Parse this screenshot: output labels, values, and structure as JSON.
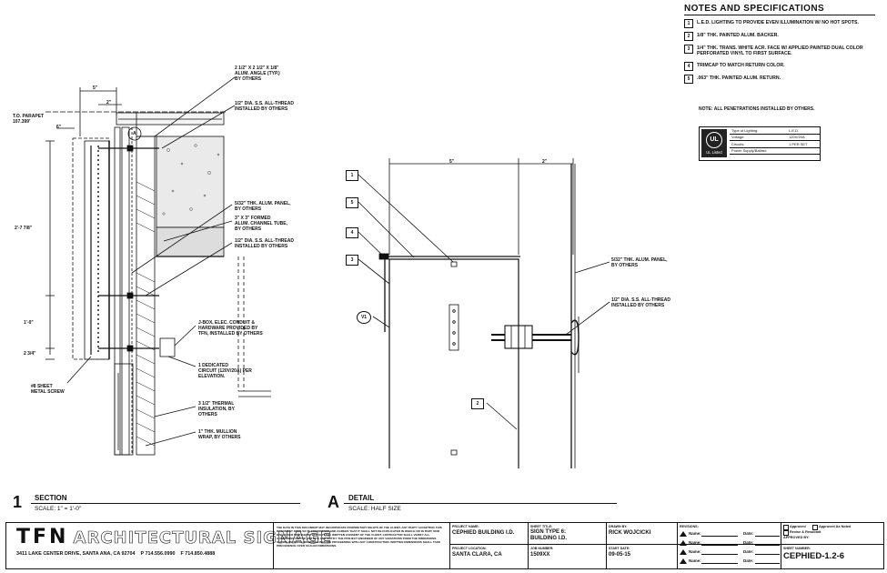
{
  "notes": {
    "title": "NOTES AND SPECIFICATIONS",
    "items": [
      {
        "num": "1",
        "text": "L.E.D. LIGHTING TO PROVIDE EVEN ILLUMINATION W/ NO HOT SPOTS."
      },
      {
        "num": "2",
        "text": "1/8\" THK. PAINTED ALUM. BACKER."
      },
      {
        "num": "3",
        "text": "1/4\" THK. TRANS. WHITE ACR. FACE W/ APPLIED PAINTED DUAL COLOR PERFORATED VINYL TO FIRST SURFACE."
      },
      {
        "num": "4",
        "text": "TRIMCAP TO MATCH RETURN COLOR."
      },
      {
        "num": "5",
        "text": ".063\" THK. PAINTED ALUM. RETURN."
      }
    ],
    "penetrations": "NOTE: ALL PENETRATIONS INSTALLED BY OTHERS."
  },
  "ul_block": {
    "logo_text": "UL Listed",
    "rows": [
      {
        "label": "Type of Lighting:",
        "value": "L.E.D."
      },
      {
        "label": "Voltage:",
        "value": "120V/20A"
      },
      {
        "label": "Circuits:",
        "value": "1 PER SET"
      },
      {
        "label": "Power Supply/Ballast:",
        "value": ""
      }
    ]
  },
  "section": {
    "labels": {
      "angle": "2 1/2\" X 2 1/2\" X 1/8\"\nALUM. ANGLE (TYP.)\nBY OTHERS",
      "allthread_top": "1/2\" DIA. S.S. ALL-THREAD\nINSTALLED BY OTHERS",
      "panel": "5/32\" THK. ALUM. PANEL,\nBY OTHERS",
      "channel": "3\" X 3\" FORMED\nALUM. CHANNEL TUBE,\nBY OTHERS",
      "allthread_mid": "1/2\" DIA. S.S. ALL-THREAD\nINSTALLED BY OTHERS",
      "jbox": "J-BOX, ELEC. CONDUIT &\nHARDWARE PROVIDED BY\nTFN, INSTALLED BY OTHERS",
      "circuit": "1 DEDICATED\nCIRCUIT (120V/20A) PER\nELEVATION.",
      "insulation": "3 1/2\" THERMAL\nINSULATION, BY\nOTHERS",
      "mullion": "1\" THK. MULLION\nWRAP, BY OTHERS",
      "screw": "#8 SHEET\nMETAL SCREW",
      "parapet": "T.O. PARAPET\n107.399'",
      "dim_5": "5\"",
      "dim_2a": "2\"",
      "dim_6": "6\"",
      "dim_height": "2'-7 7/8\"",
      "dim_1": "1'-0\"",
      "dim_234": "2 3/4\"",
      "callout_a": "A"
    },
    "title_num": "1",
    "title": "SECTION",
    "scale": "SCALE: 1\" = 1'-0\""
  },
  "detail": {
    "dim_5": "5\"",
    "dim_2": "2\"",
    "callouts": [
      "1",
      "5",
      "4",
      "3",
      "V1",
      "2"
    ],
    "labels": {
      "panel": "5/32\" THK. ALUM. PANEL,\nBY OTHERS",
      "allthread": "1/2\" DIA. S.S. ALL-THREAD\nINSTALLED BY OTHERS"
    },
    "title_letter": "A",
    "title": "DETAIL",
    "scale": "SCALE: HALF SIZE"
  },
  "title_block": {
    "logo_tfn": "TFN",
    "logo_name": "ARCHITECTURAL SIGNAGE",
    "address": "3411 LAKE CENTER DRIVE, SANTA ANA, CA 92704    P 714.556.0990    F 714.850.4888",
    "disclaimer": "THE DATA IN THIS DOCUMENT MAY INCORPORATE PROPRIETARY RIGHTS OF THE CLIENT. ANY PARTY ACCEPTING THIS DOCUMENT DOES SO IN CONFIDENCE AND AGREES THAT IT SHALL NOT BE DUPLICATED IN WHOLE OR IN PART, NOR DISCLOSED TO OTHERS, WITHOUT THE WRITTEN CONSENT OF THE CLIENT. CONTRACTOR SHALL VERIFY ALL CONDITIONS ON THE JOB SITE AND NOTIFY THE PROJECT ENGINEER OF ANY VARIATIONS FROM THE DIMENSIONS SHOWN ON THESE DRAWINGS BEFORE PROCEEDING WITH ANY CONSTRUCTION. WRITTEN DIMENSIONS SHALL TAKE PRECEDENCE OVER SCALED DIMENSIONS.",
    "project_name_label": "PROJECT NAME:",
    "project_name": "CEPHIED BUILDING I.D.",
    "project_location_label": "PROJECT LOCATION:",
    "project_location": "SANTA CLARA, CA",
    "sheet_title_label": "SHEET TITLE:",
    "sheet_title": "SIGN TYPE 6:\nBUILDING I.D.",
    "job_number_label": "JOB NUMBER:",
    "job_number": "1509XX",
    "drawn_by_label": "DRAWN BY:",
    "drawn_by": "RICK WOJCICKI",
    "start_date_label": "START DATE:",
    "start_date": "09-05-15",
    "revisions_label": "REVISIONS:",
    "revisions": [
      {
        "name": "Name:",
        "date": "Date:"
      },
      {
        "name": "Name:",
        "date": "Date:"
      },
      {
        "name": "Name:",
        "date": "Date:"
      },
      {
        "name": "Name:",
        "date": "Date:"
      }
    ],
    "approval": {
      "approved": "Approved",
      "approved_noted": "Approved As Noted",
      "revise": "Revise & Resubmit",
      "approved_by": "APPROVED BY:"
    },
    "sheet_number_label": "SHEET NUMBER:",
    "sheet_number": "CEPHIED-1.2-6"
  }
}
